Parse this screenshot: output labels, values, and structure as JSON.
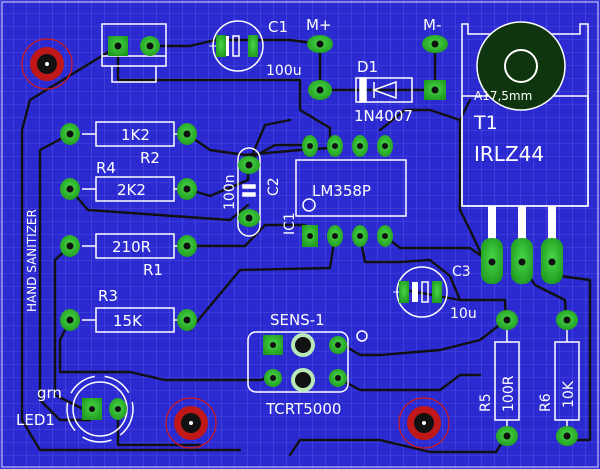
{
  "board": {
    "title": "HAND SANITIZER"
  },
  "colors": {
    "board": "#2a2ad0",
    "grid": "#6a6af2",
    "copper": "#111111",
    "pad": "#2fbf2f",
    "hole": "#1a1a1a",
    "silk": "#ffffff",
    "mount_ring": "#d41818"
  },
  "components": {
    "c1": {
      "ref": "C1",
      "value": "100u"
    },
    "m_plus": {
      "label": "M+"
    },
    "m_minus": {
      "label": "M-"
    },
    "d1": {
      "ref": "D1",
      "value": "1N4007"
    },
    "r2": {
      "ref": "R2",
      "value": "1K2"
    },
    "r4": {
      "ref": "R4",
      "value": "2K2"
    },
    "r1": {
      "ref": "R1",
      "value": "210R"
    },
    "r3": {
      "ref": "R3",
      "value": "15K"
    },
    "c2": {
      "ref": "C2",
      "value": "100n"
    },
    "ic1": {
      "ref": "IC1",
      "value": "LM358P"
    },
    "t1": {
      "ref": "T1",
      "value": "IRLZ44",
      "hole": "A17,5mm"
    },
    "c3": {
      "ref": "C3",
      "value": "10u"
    },
    "sens": {
      "ref": "SENS-1",
      "value": "TCRT5000"
    },
    "led1": {
      "ref": "LED1",
      "value": "grn"
    },
    "r5": {
      "ref": "R5",
      "value": "100R"
    },
    "r6": {
      "ref": "R6",
      "value": "10K"
    }
  }
}
